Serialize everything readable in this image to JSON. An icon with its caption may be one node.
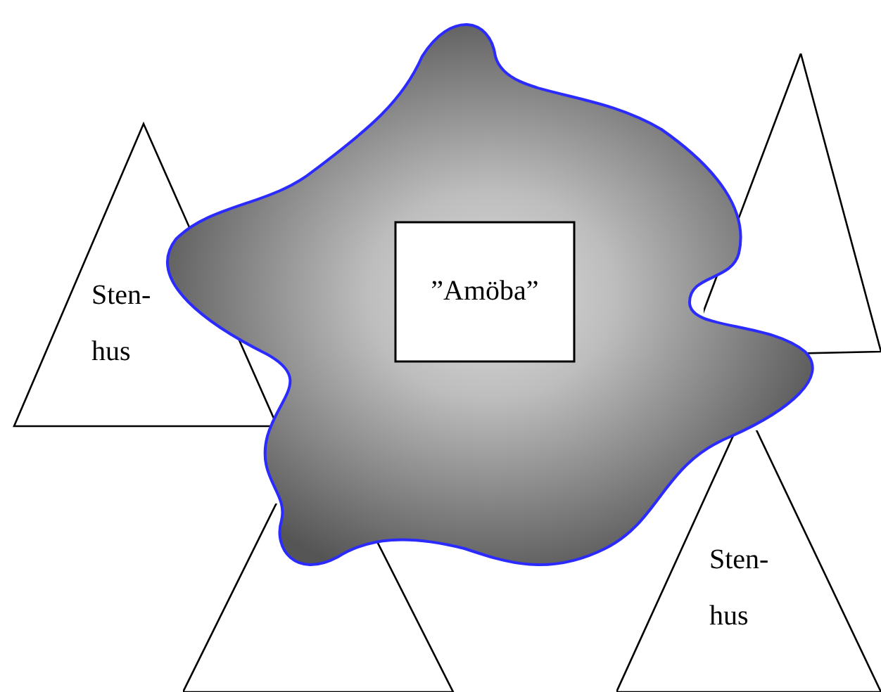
{
  "diagram": {
    "nodes": [
      {
        "text": [],
        "shape": "cloud"
      },
      {
        "text": [
          "”Amöba”"
        ],
        "in": 0
      },
      {
        "text": [],
        "shape": "triangle"
      },
      {
        "text": [
          "Sten- hus"
        ]
      },
      {
        "text": [],
        "shape": "triangle"
      },
      {
        "text": [
          "Sten- hus"
        ]
      }
    ]
  }
}
